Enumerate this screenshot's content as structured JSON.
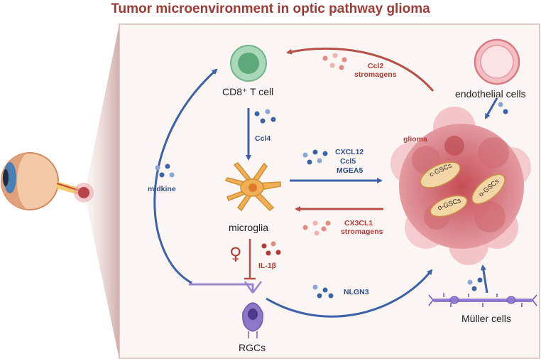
{
  "title": "Tumor microenvironment in optic pathway glioma",
  "colors": {
    "title": "#9e3b35",
    "blue_arrow": "#3d62a8",
    "red_arrow": "#b8504a",
    "box_bg": "#fbf6f4",
    "box_border": "#d9b8b4"
  },
  "cells": {
    "cd8": "CD8⁺ T cell",
    "endothelial": "endothelial cells",
    "microglia": "microglia",
    "rgcs": "RGCs",
    "muller": "Müller cells",
    "glioma": "glioma"
  },
  "gscs": {
    "c1": "c-GSCs",
    "c2": "o-GSCs",
    "c3": "o-GSCs"
  },
  "signals": {
    "ccl2": "Ccl2",
    "stromagens_top": "stromagens",
    "ccl4": "Ccl4",
    "cxcl12": "CXCL12",
    "ccl5": "Ccl5",
    "mgea5": "MGEA5",
    "cx3cl1": "CX3CL1",
    "stromagens_mid": "stromagens",
    "il1b": "IL-1β",
    "midkine": "midkine",
    "nlgn3": "NLGN3",
    "female_symbol": "♀"
  },
  "icons": [
    "eye-icon",
    "t-cell-icon",
    "endothelial-cell-icon",
    "microglia-icon",
    "rgc-neuron-icon",
    "muller-cell-icon",
    "glioma-mass-icon",
    "female-symbol-icon"
  ]
}
